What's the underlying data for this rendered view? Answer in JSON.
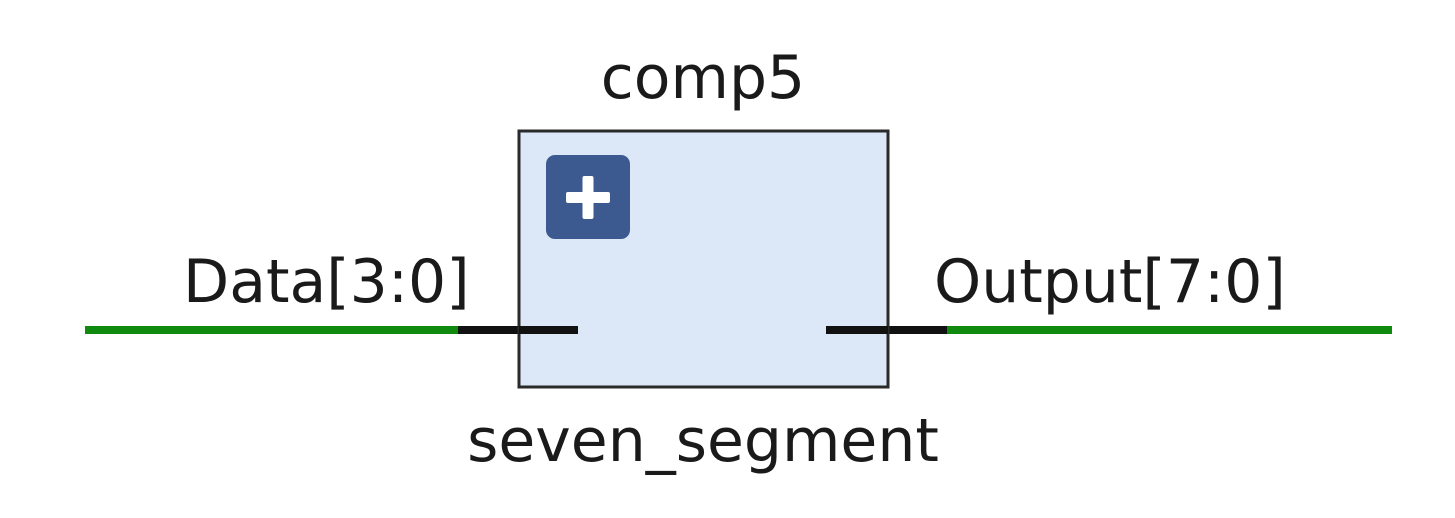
{
  "instance_name": "comp5",
  "module_name": "seven_segment",
  "input_port": {
    "label": "Data[3:0]"
  },
  "output_port": {
    "label": "Output[7:0]"
  },
  "expand_button": {
    "icon": "plus-icon"
  },
  "colors": {
    "block_fill": "#dce8f7",
    "block_border": "#2a2a2a",
    "net_wire": "#0f8a0f",
    "port_pin": "#111111",
    "expand_button": "#3c5a8f",
    "text": "#1a1a1a"
  }
}
